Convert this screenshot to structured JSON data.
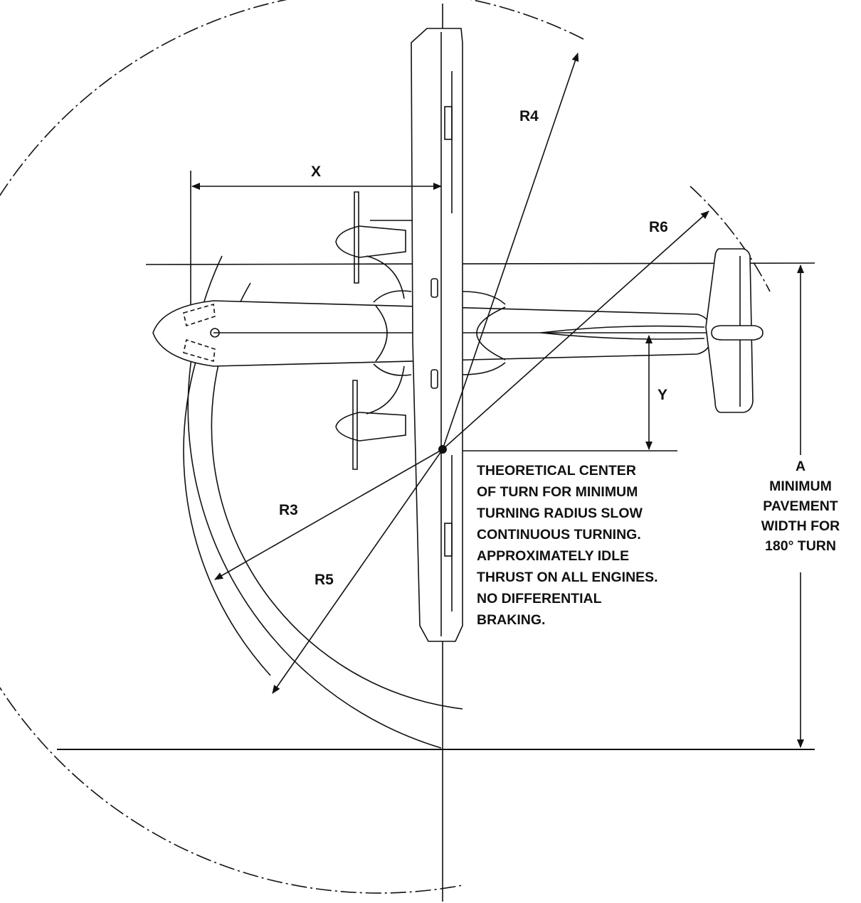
{
  "colors": {
    "ink": "#111111",
    "paper": "#ffffff"
  },
  "labels": {
    "x": "X",
    "y": "Y",
    "r3": "R3",
    "r4": "R4",
    "r5": "R5",
    "r6": "R6"
  },
  "note": [
    "THEORETICAL CENTER",
    "OF TURN FOR MINIMUM",
    "TURNING RADIUS SLOW",
    "CONTINUOUS TURNING.",
    "APPROXIMATELY IDLE",
    "THRUST ON ALL ENGINES.",
    "NO DIFFERENTIAL",
    "BRAKING."
  ],
  "pavement": [
    "A",
    "MINIMUM",
    "PAVEMENT",
    "WIDTH FOR",
    "180° TURN"
  ]
}
